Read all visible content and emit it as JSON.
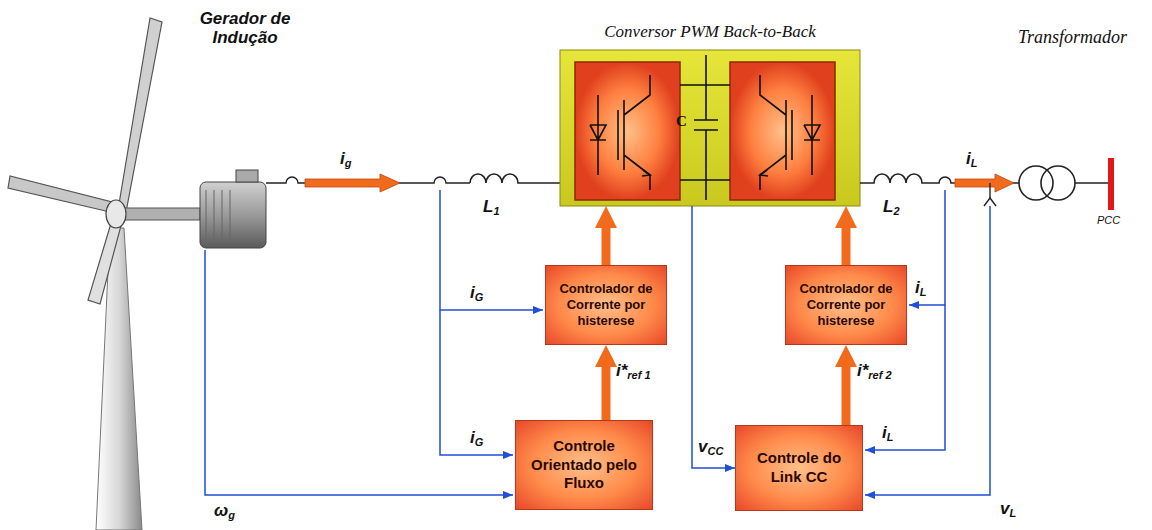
{
  "diagram": {
    "nodes": [
      {
        "text": [
          "Conversor PWM Back-to-Back"
        ]
      },
      {
        "text": [
          "Controlador de Corrente por histerese"
        ]
      },
      {
        "text": [
          "Controlador de Corrente por histerese"
        ]
      },
      {
        "text": [
          "Controle Orientado pelo Fluxo"
        ]
      },
      {
        "text": [
          "Controle do Link CC"
        ]
      }
    ],
    "edges": [
      {
        "from": 1,
        "to": 0,
        "arrow": "to"
      },
      {
        "from": 2,
        "to": 0,
        "arrow": "to"
      },
      {
        "from": 3,
        "to": 1,
        "label": "i*ref 1",
        "arrow": "to"
      },
      {
        "from": 4,
        "to": 2,
        "label": "i*ref 2",
        "arrow": "to"
      },
      {
        "from": 0,
        "to": 4,
        "label": "vCC",
        "arrow": "to"
      }
    ],
    "labels": [
      "Gerador de Indução",
      "Transformador",
      "PCC",
      "ig",
      "L1",
      "C",
      "L2",
      "iL",
      "iG",
      "iL",
      "iG",
      "iL",
      "vL",
      "ωg"
    ]
  }
}
